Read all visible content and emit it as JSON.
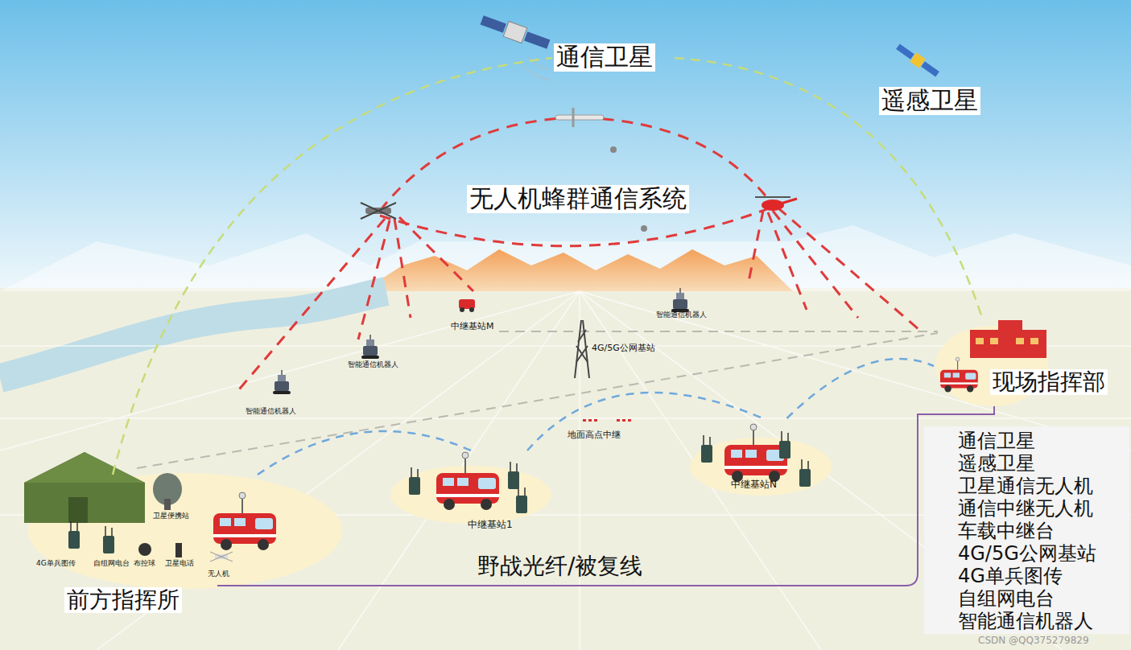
{
  "diagram": {
    "nodes": [
      {
        "text": [
          "通信卫星"
        ]
      },
      {
        "text": [
          "前方指挥所"
        ]
      },
      {
        "text": [
          "中继基站1"
        ]
      },
      {
        "text": [
          "中继基站N"
        ]
      },
      {
        "text": [
          "现场指挥部"
        ]
      }
    ],
    "edges": [
      {
        "from": 1,
        "to": 2,
        "arrow": "none"
      },
      {
        "from": 2,
        "to": 3,
        "arrow": "none"
      },
      {
        "from": 3,
        "to": 4,
        "arrow": "none"
      },
      {
        "from": 1,
        "to": 4,
        "label": "野战光纤/被复线",
        "arrow": "none"
      },
      {
        "from": 1,
        "to": 0,
        "arrow": "none"
      },
      {
        "from": 0,
        "to": 4,
        "arrow": "none"
      }
    ],
    "labels": [
      "遥感卫星",
      "无人机蜂群通信系统",
      "中继基站M",
      "智能通信机器人",
      "4G/5G公网基站",
      "智能通信机器人",
      "智能通信机器人",
      "地面高点中继",
      "卫星便携站",
      "4G单兵图传",
      "自组网电台",
      "布控球",
      "卫星电话",
      "无人机",
      "CSDN @QQ375279829"
    ],
    "legend": [
      {
        "text": "通信卫星"
      },
      {
        "text": "遥感卫星"
      },
      {
        "text": "卫星通信无人机"
      },
      {
        "text": "通信中继无人机"
      },
      {
        "text": "车载中继台"
      },
      {
        "text": "4G/5G公网基站"
      },
      {
        "text": "4G单兵图传"
      },
      {
        "text": "自组网电台"
      },
      {
        "text": "智能通信机器人"
      }
    ]
  }
}
